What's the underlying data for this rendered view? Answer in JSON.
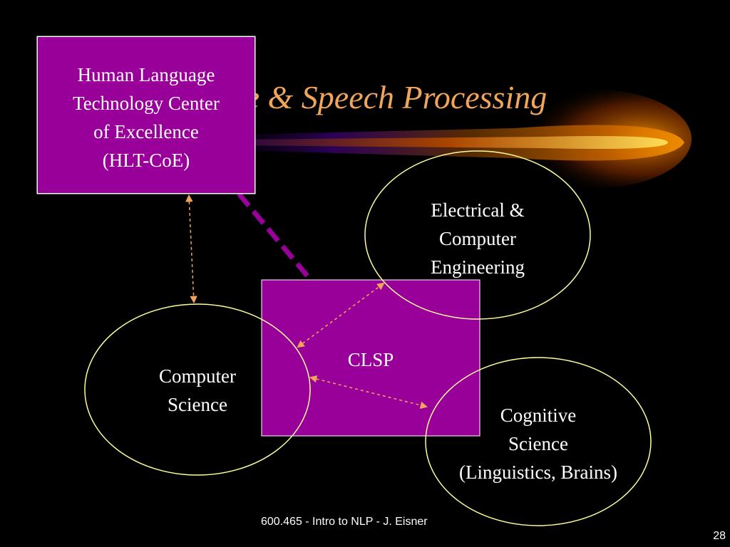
{
  "slide": {
    "title": "Language & Speech Processing",
    "footer": "600.465 - Intro to NLP - J. Eisner",
    "slide_number": "28"
  },
  "nodes": {
    "hlt_coe": {
      "lines": [
        "Human Language",
        "Technology Center",
        "of Excellence",
        "(HLT-CoE)"
      ]
    },
    "clsp": {
      "label": "CLSP"
    },
    "ece": {
      "lines": [
        "Electrical &",
        "Computer",
        "Engineering"
      ]
    },
    "cs": {
      "lines": [
        "Computer",
        "Science"
      ]
    },
    "cogsci": {
      "lines": [
        "Cognitive",
        "Science",
        "(Linguistics, Brains)"
      ]
    }
  },
  "colors": {
    "background": "#000000",
    "box_fill": "#990099",
    "title": "#f0a55a",
    "ellipse_stroke": "#ffff99",
    "arrow": "#f0a55a",
    "connector": "#990099",
    "comet_core": "#ffcc33"
  }
}
